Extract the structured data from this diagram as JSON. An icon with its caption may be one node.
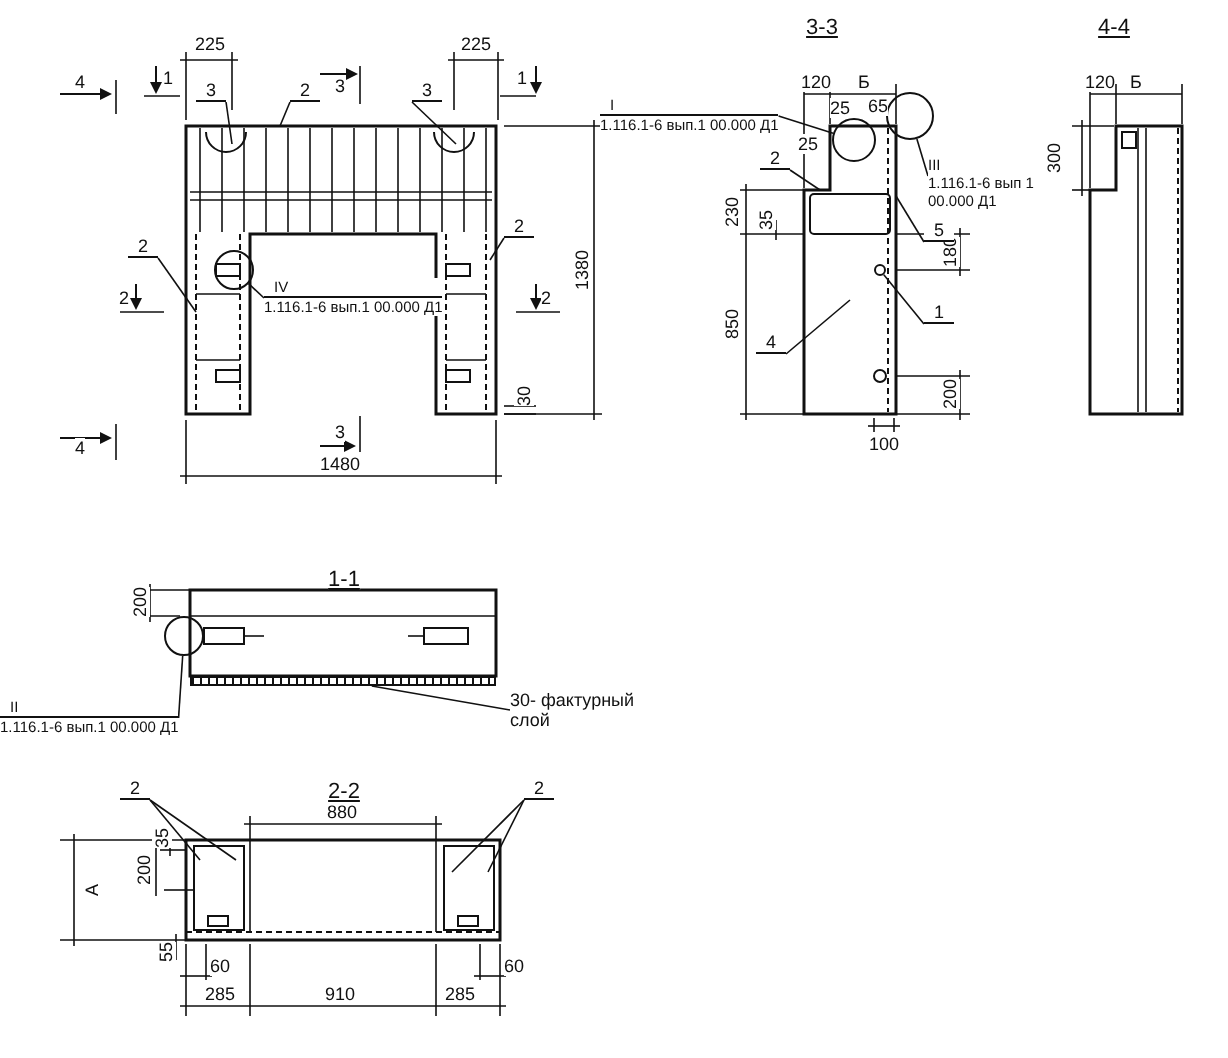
{
  "diagram": {
    "nodes": [
      {
        "text": [
          "3"
        ]
      },
      {
        "text": [
          "2"
        ]
      },
      {
        "text": [
          "3"
        ]
      },
      {
        "text": [
          "2"
        ]
      },
      {
        "text": [
          "2"
        ]
      },
      {
        "text": [
          "IV",
          "1.116.1-6 вып.1 00.000 Д1"
        ]
      },
      {
        "text": [
          "I",
          "1.116.1-6 вып.1 00.000 Д1"
        ]
      },
      {
        "text": [
          "2"
        ]
      },
      {
        "text": [
          "III",
          "1.116.1-6 вып 1 00.000 Д1"
        ]
      },
      {
        "text": [
          "5"
        ]
      },
      {
        "text": [
          "1"
        ]
      },
      {
        "text": [
          "4"
        ]
      },
      {
        "text": [
          "II",
          "1.116.1-6 вып.1 00.000 Д1"
        ]
      },
      {
        "text": [
          "30- фактурный слой"
        ]
      },
      {
        "text": [
          "2"
        ]
      },
      {
        "text": [
          "2"
        ]
      },
      {
        "text": [],
        "shape": "circle"
      },
      {
        "text": [],
        "shape": "circle"
      },
      {
        "text": [],
        "shape": "circle"
      },
      {
        "text": [],
        "shape": "circle"
      },
      {
        "text": [],
        "shape": "circle"
      },
      {
        "text": [],
        "shape": "bar"
      }
    ],
    "edges": [
      {
        "from": 0,
        "to": null,
        "arrow": "none"
      },
      {
        "from": 1,
        "to": null,
        "arrow": "none"
      },
      {
        "from": 2,
        "to": null,
        "arrow": "none"
      },
      {
        "from": 3,
        "to": null,
        "arrow": "none"
      },
      {
        "from": 4,
        "to": null,
        "arrow": "none"
      },
      {
        "from": 5,
        "to": 16,
        "arrow": "none"
      },
      {
        "from": 6,
        "to": 17,
        "arrow": "none"
      },
      {
        "from": 7,
        "to": null,
        "arrow": "none"
      },
      {
        "from": 8,
        "to": 18,
        "arrow": "none"
      },
      {
        "from": 9,
        "to": null,
        "arrow": "none"
      },
      {
        "from": 10,
        "to": 19,
        "arrow": "none"
      },
      {
        "from": 11,
        "to": null,
        "arrow": "none"
      },
      {
        "from": 12,
        "to": 20,
        "arrow": "none"
      },
      {
        "from": 13,
        "to": 21,
        "arrow": "none"
      },
      {
        "from": 14,
        "to": null,
        "arrow": "none"
      },
      {
        "from": 14,
        "to": null,
        "arrow": "none"
      },
      {
        "from": 15,
        "to": null,
        "arrow": "none"
      },
      {
        "from": 15,
        "to": null,
        "arrow": "none"
      }
    ],
    "labels": [
      "4",
      "225",
      "1",
      "3",
      "225",
      "1",
      "3-3",
      "4-4",
      "120",
      "Б",
      "25",
      "65",
      "25",
      "120",
      "Б",
      "300",
      "1380",
      "230",
      "35",
      "2",
      "2",
      "180",
      "850",
      "30",
      "200",
      "4",
      "3",
      "1480",
      "100",
      "1-1",
      "200",
      "2-2",
      "880",
      "35",
      "200",
      "А",
      "55",
      "60",
      "60",
      "285",
      "910",
      "285"
    ]
  }
}
